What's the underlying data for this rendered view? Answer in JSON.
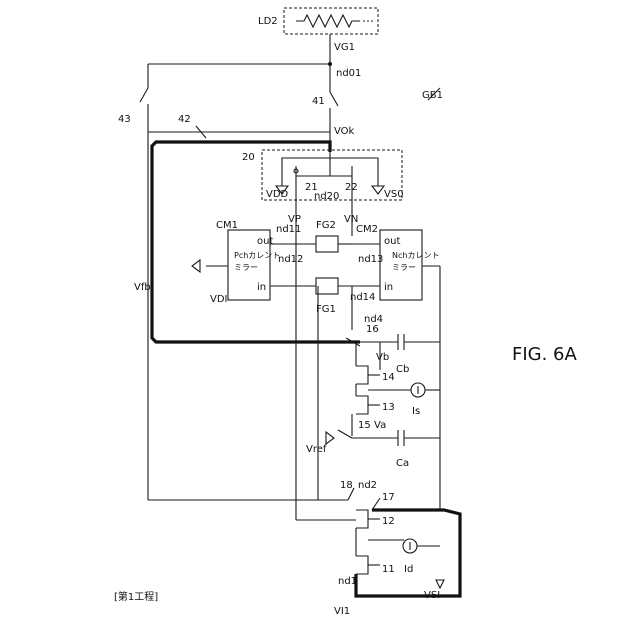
{
  "figure_label": "FIG. 6A",
  "step_label": "[第1工程]",
  "reference_numeral": "GB1",
  "load": {
    "name": "LD2"
  },
  "nodes": {
    "vg1": "VG1",
    "nd01": "nd01",
    "vok": "VOk",
    "vfb": "Vfb",
    "vp": "VP",
    "vn": "VN",
    "nd11": "nd11",
    "nd12": "nd12",
    "nd13": "nd13",
    "nd14": "nd14",
    "nd20": "nd20",
    "nd1": "nd1",
    "nd2": "nd2",
    "nd4": "nd4",
    "vi1": "VI1",
    "vb": "Vb",
    "va": "Va",
    "vref": "Vref",
    "is": "Is",
    "id": "Id"
  },
  "supplies": {
    "vdd": "VDD",
    "vs0": "VS0",
    "vdi": "VDI",
    "vsi": "VSI"
  },
  "blocks": {
    "opamp": {
      "ref": "20",
      "left_tr": "21",
      "right_tr": "22"
    },
    "cm1": {
      "name": "CM1",
      "title_line1": "Pchカレント",
      "title_line2": "ミラー",
      "port_in": "in",
      "port_out": "out"
    },
    "cm2": {
      "name": "CM2",
      "title_line1": "Nchカレント",
      "title_line2": "ミラー",
      "port_in": "in",
      "port_out": "out"
    },
    "fg1": "FG1",
    "fg2": "FG2"
  },
  "components": {
    "sw41": "41",
    "sw42": "42",
    "sw43": "43",
    "sw15": "15",
    "sw16": "16",
    "sw17": "17",
    "sw18": "18",
    "tr11": "11",
    "tr12": "12",
    "tr13": "13",
    "tr14": "14",
    "ca": "Ca",
    "cb": "Cb"
  }
}
